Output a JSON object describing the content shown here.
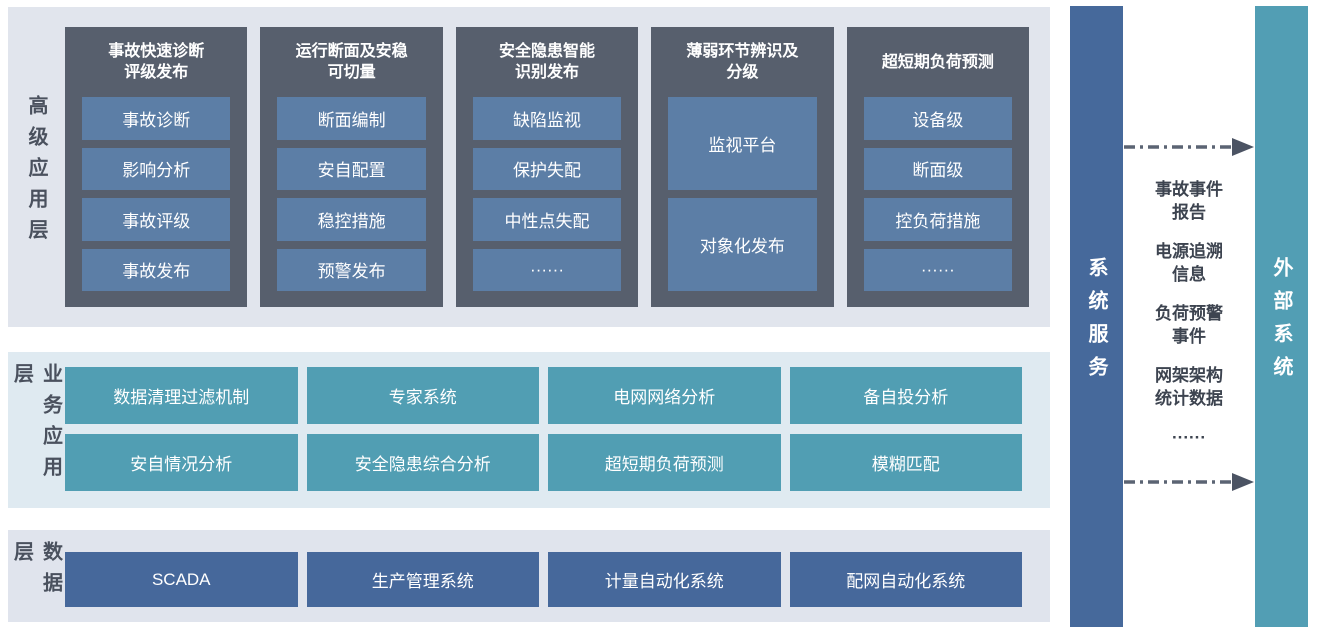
{
  "layers": {
    "advanced": {
      "label": "高级应用层",
      "columns": [
        {
          "title": "事故快速诊断\n评级发布",
          "items": [
            "事故诊断",
            "影响分析",
            "事故评级",
            "事故发布"
          ]
        },
        {
          "title": "运行断面及安稳\n可切量",
          "items": [
            "断面编制",
            "安自配置",
            "稳控措施",
            "预警发布"
          ]
        },
        {
          "title": "安全隐患智能\n识别发布",
          "items": [
            "缺陷监视",
            "保护失配",
            "中性点失配",
            "······"
          ]
        },
        {
          "title": "薄弱环节辨识及\n分级",
          "items": [
            "监视平台",
            "对象化发布"
          ]
        },
        {
          "title": "超短期负荷预测",
          "items": [
            "设备级",
            "断面级",
            "控负荷措施",
            "······"
          ]
        }
      ]
    },
    "business": {
      "label": "业务应用层",
      "items": [
        "数据清理过滤机制",
        "专家系统",
        "电网网络分析",
        "备自投分析",
        "安自情况分析",
        "安全隐患综合分析",
        "超短期负荷预测",
        "模糊匹配"
      ]
    },
    "data": {
      "label": "数据层",
      "items": [
        "SCADA",
        "生产管理系统",
        "计量自动化系统",
        "配网自动化系统"
      ]
    }
  },
  "system_services_bar": {
    "label": "系统服务"
  },
  "external_systems_bar": {
    "label": "外部系统"
  },
  "exchange": {
    "items": [
      "事故事件\n报告",
      "电源追溯\n信息",
      "负荷预警\n事件",
      "网架架构\n统计数据",
      "······"
    ]
  },
  "colors": {
    "page_bg": "#ffffff",
    "panel_advanced_bg": "#e1e5ed",
    "panel_business_bg": "#dfeaf1",
    "panel_data_bg": "#e0e4ed",
    "column_bg": "#575f6d",
    "app_item": "#5c7ea6",
    "business_item": "#519eb3",
    "data_item": "#46689b",
    "services_bar": "#46699b",
    "external_bar": "#529eb4",
    "layer_label_text": "#4a515e",
    "exchange_text": "#3d4450",
    "arrow": "#5b6473"
  }
}
